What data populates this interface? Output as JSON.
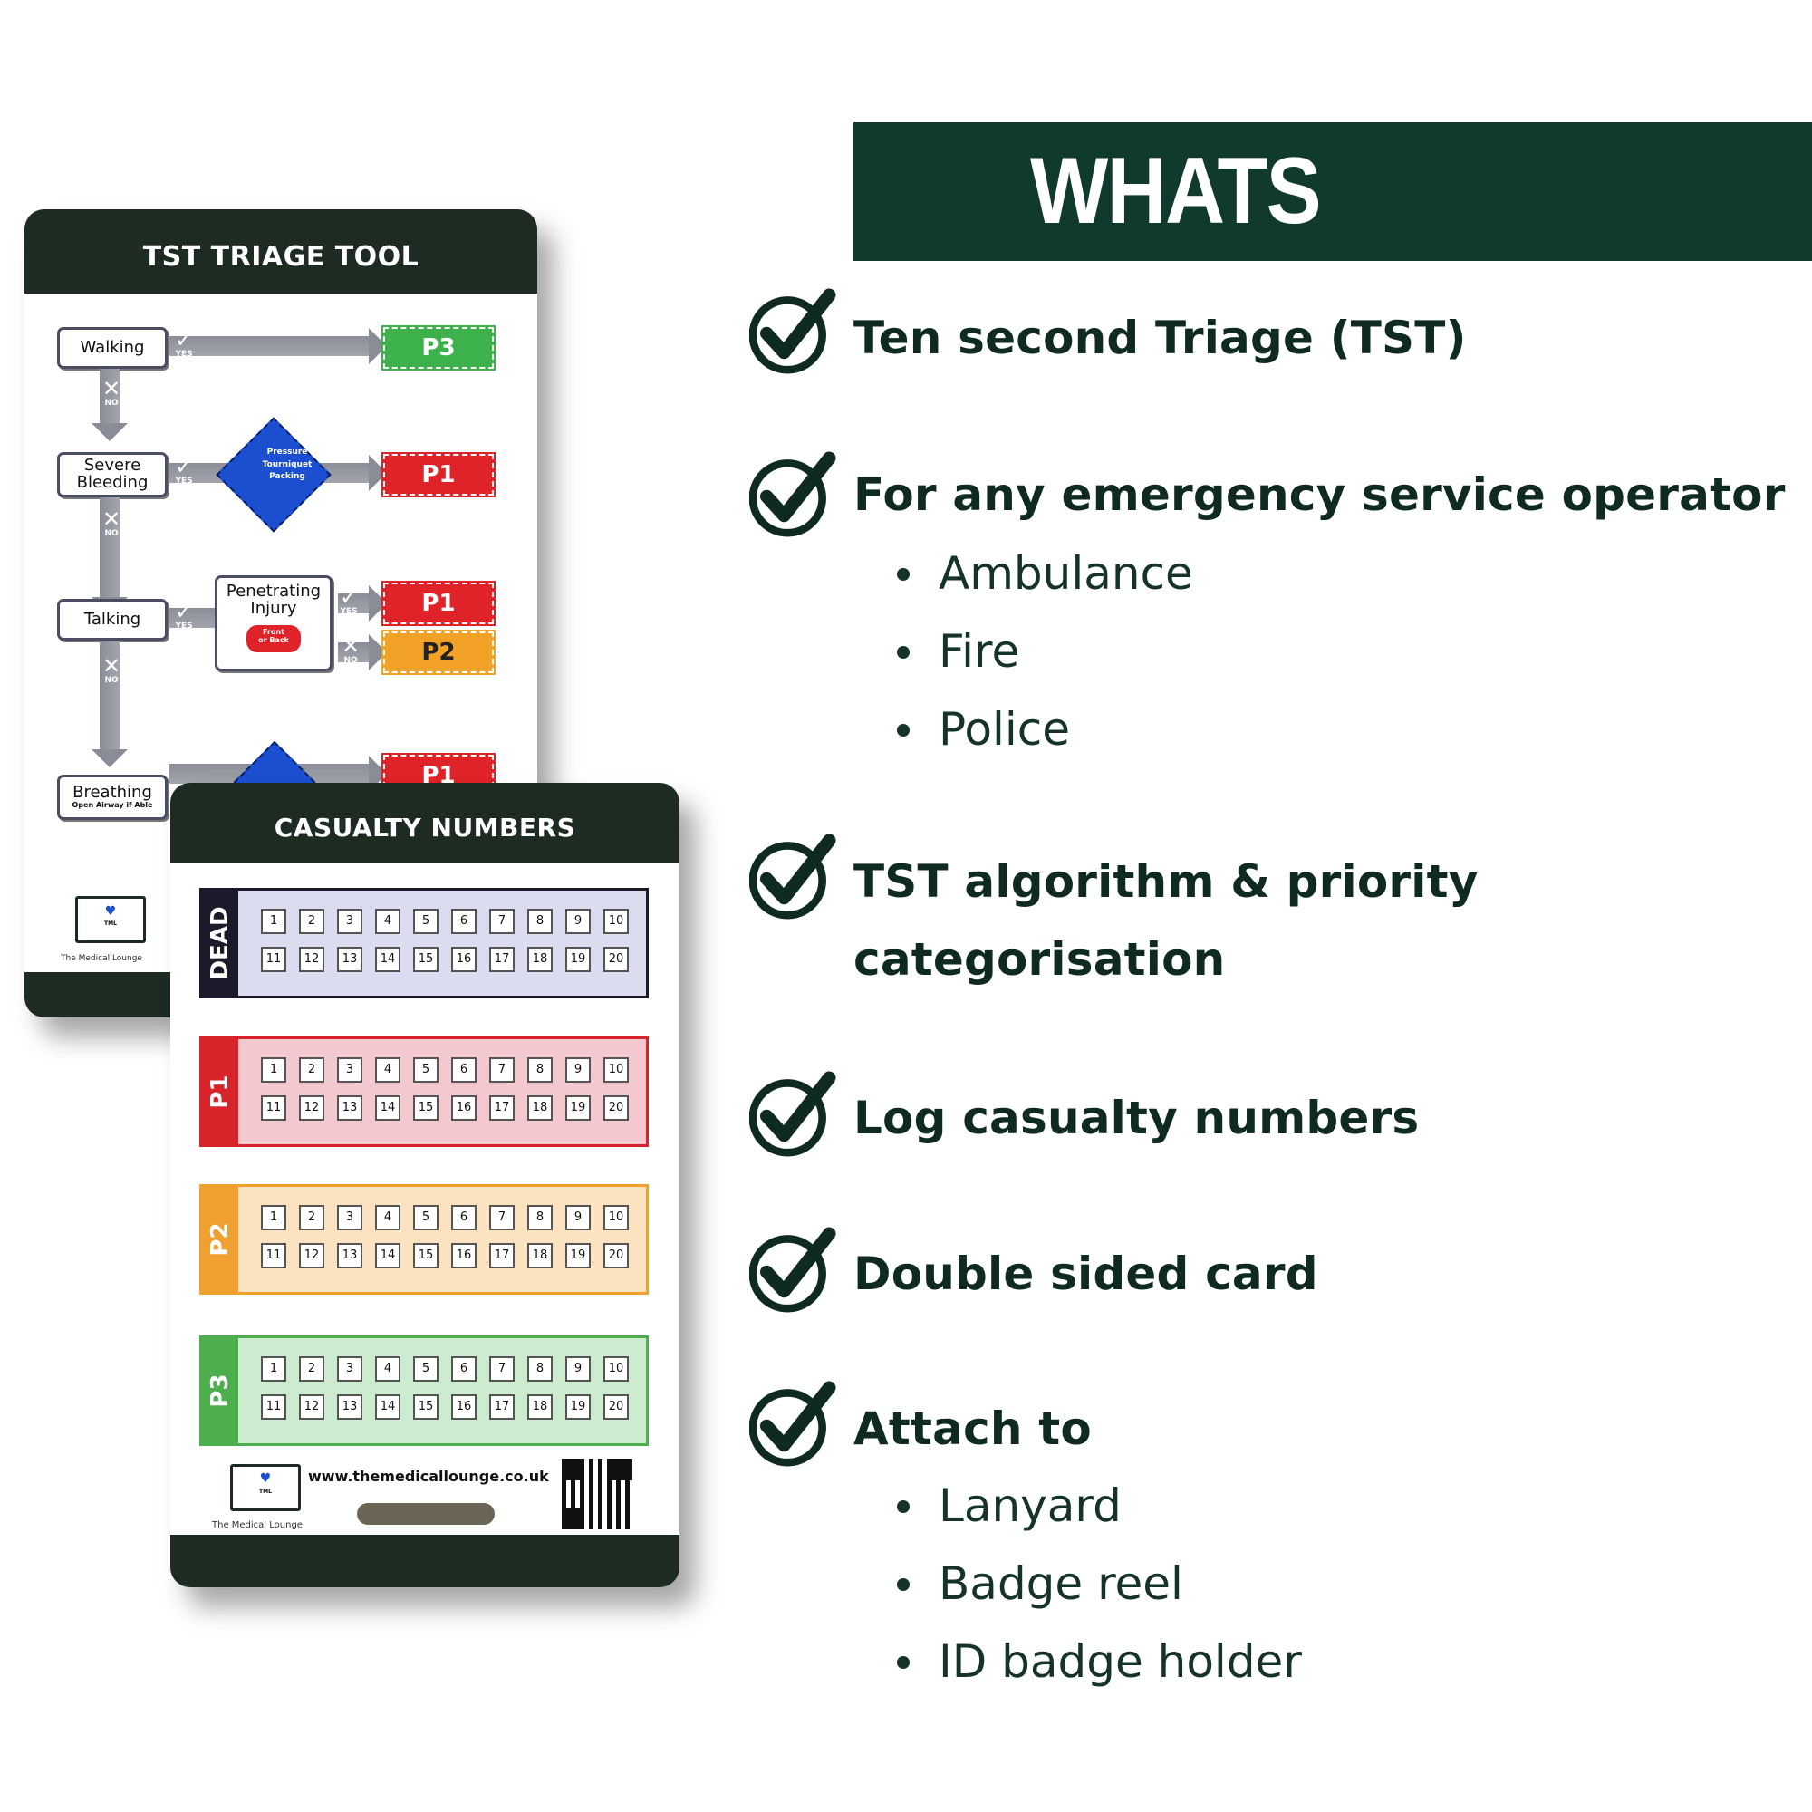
{
  "banner": {
    "title": "WHATS COVERED",
    "color": "#0f3a2d"
  },
  "features": [
    {
      "text": "Ten second Triage (TST)"
    },
    {
      "text": "For any emergency service operator",
      "items": [
        "Ambulance",
        "Fire",
        "Police"
      ]
    },
    {
      "text": "TST algorithm & priority",
      "text2": "categorisation"
    },
    {
      "text": "Log casualty numbers"
    },
    {
      "text": "Double sided card"
    },
    {
      "text": "Attach to",
      "items": [
        "Lanyard",
        "Badge reel",
        "ID badge holder"
      ]
    }
  ],
  "triage_card": {
    "title": "TST TRIAGE TOOL",
    "steps": [
      "Walking",
      "Severe",
      "Bleeding",
      "Talking",
      "Penetrating",
      "Injury",
      "Breathing",
      "Open Airway if Able"
    ],
    "yes": "YES",
    "no": "NO",
    "diamond": [
      "Pressure",
      "Tourniquet",
      "Packing"
    ],
    "front_back": [
      "Front",
      "or Back"
    ],
    "priorities": [
      "P3",
      "P1",
      "P1",
      "P2",
      "P1"
    ],
    "footer": "The Medical Lounge",
    "logo_short": "TML"
  },
  "casualty_card": {
    "title": "CASUALTY NUMBERS",
    "bands": [
      {
        "label": "DEAD",
        "color": "#1a1a2a",
        "fill": "#dcdcf0"
      },
      {
        "label": "P1",
        "color": "#d8232a",
        "fill": "#f3c9cf"
      },
      {
        "label": "P2",
        "color": "#f0a02f",
        "fill": "#fbe3c2"
      },
      {
        "label": "P3",
        "color": "#4cae4c",
        "fill": "#cdeccf"
      }
    ],
    "numbers": [
      "1",
      "2",
      "3",
      "4",
      "5",
      "6",
      "7",
      "8",
      "9",
      "10",
      "11",
      "12",
      "13",
      "14",
      "15",
      "16",
      "17",
      "18",
      "19",
      "20"
    ],
    "website": "www.themedicallounge.co.uk",
    "footer": "The Medical Lounge",
    "logo_short": "TML"
  }
}
